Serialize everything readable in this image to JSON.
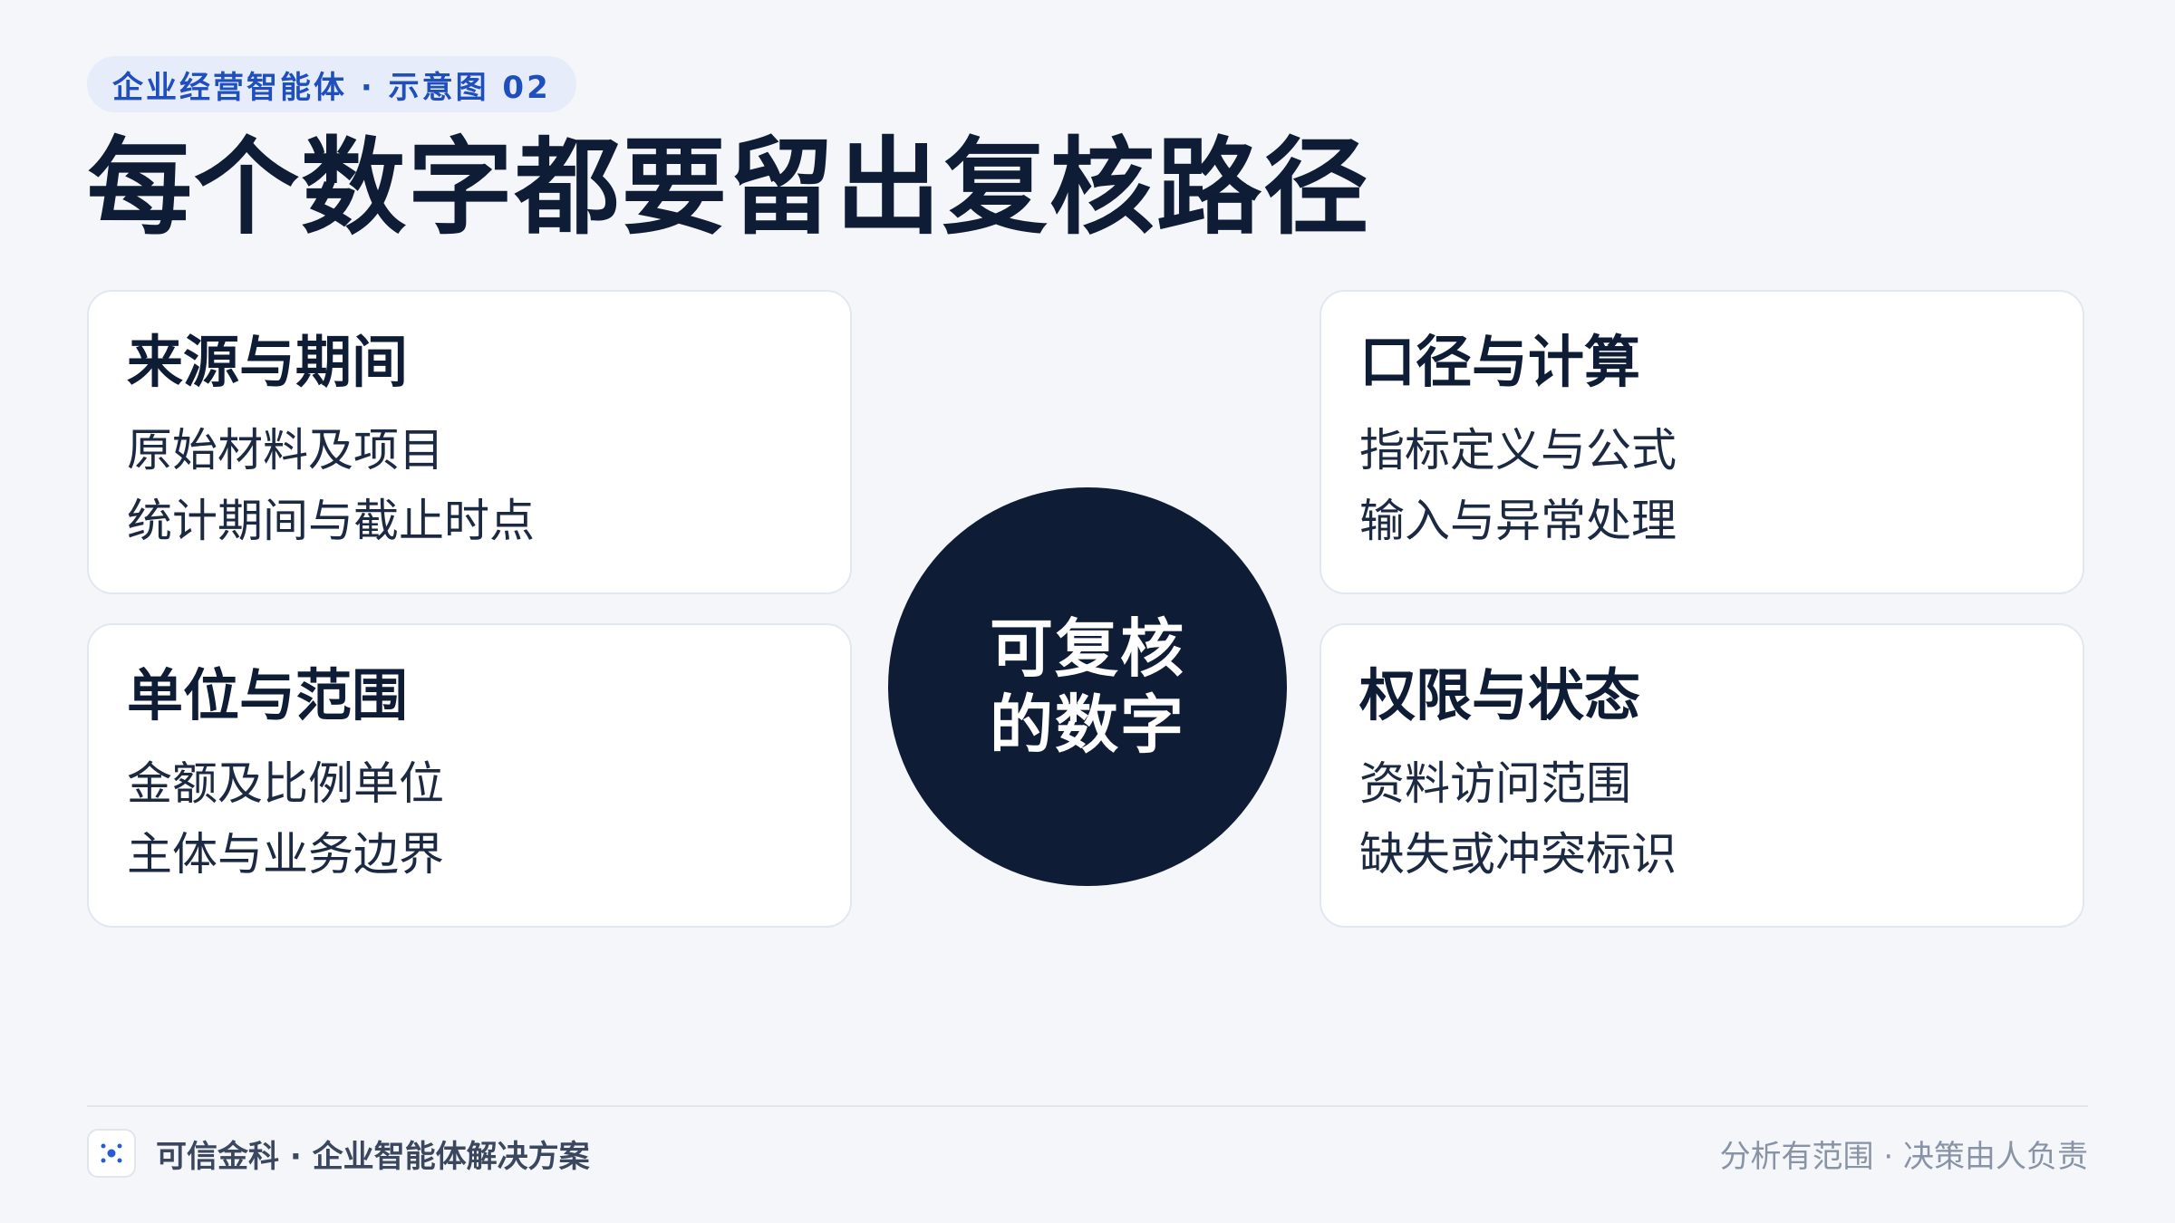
{
  "badge": "企业经营智能体 · 示意图 02",
  "title": "每个数字都要留出复核路径",
  "hub": {
    "line1": "可复核",
    "line2": "的数字"
  },
  "cards": [
    {
      "title": "来源与期间",
      "lines": [
        "原始材料及项目",
        "统计期间与截止时点"
      ]
    },
    {
      "title": "口径与计算",
      "lines": [
        "指标定义与公式",
        "输入与异常处理"
      ]
    },
    {
      "title": "单位与范围",
      "lines": [
        "金额及比例单位",
        "主体与业务边界"
      ]
    },
    {
      "title": "权限与状态",
      "lines": [
        "资料访问范围",
        "缺失或冲突标识"
      ]
    }
  ],
  "footer": {
    "brand": "可信金科 · 企业智能体解决方案",
    "tagline": "分析有范围 · 决策由人负责",
    "logo_icon": "network-dots-icon"
  },
  "colors": {
    "background": "#f4f6fa",
    "primary_dark": "#0e1c36",
    "accent_blue": "#1f4fbf",
    "badge_bg": "#e6ecf9"
  }
}
